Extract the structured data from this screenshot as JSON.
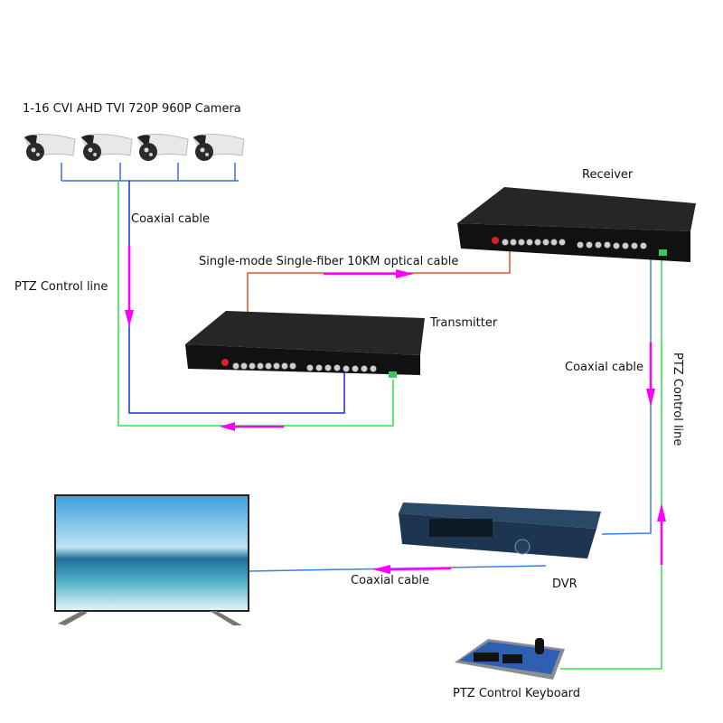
{
  "title": "Video fiber optic transmission system diagram",
  "labels": {
    "cameras": "1-16 CVI AHD TVI 720P 960P Camera",
    "receiver": "Receiver",
    "transmitter": "Transmitter",
    "optical_cable": "Single-mode Single-fiber 10KM optical cable",
    "coax_left": "Coaxial cable",
    "ptz_left": "PTZ Control line",
    "coax_right": "Coaxial cable",
    "ptz_right": "PTZ Control line",
    "coax_bottom": "Coaxial cable",
    "dvr": "DVR",
    "keyboard": "PTZ Control Keyboard"
  },
  "devices": [
    {
      "id": "camera",
      "count": 4,
      "name": "Bullet camera"
    },
    {
      "id": "transmitter",
      "name": "Transmitter"
    },
    {
      "id": "receiver",
      "name": "Receiver"
    },
    {
      "id": "dvr",
      "name": "DVR"
    },
    {
      "id": "tv",
      "name": "Monitor"
    },
    {
      "id": "keyboard",
      "name": "PTZ Control Keyboard"
    }
  ],
  "colors": {
    "coax": "#2a5fe0",
    "coax_dark": "#0a14d0",
    "ptz": "#2ee04a",
    "fiber": "#e8502a",
    "arrow": "#ff00ff",
    "device_body": "#151515",
    "dvr_body": "#1d3550"
  }
}
